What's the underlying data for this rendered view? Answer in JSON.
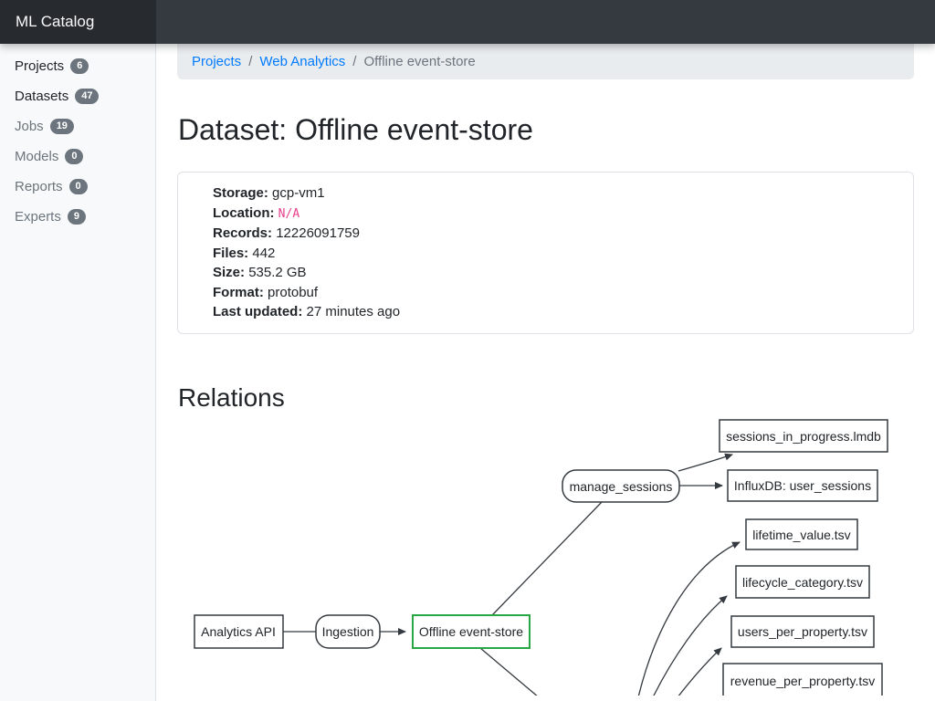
{
  "app": {
    "brand": "ML Catalog"
  },
  "colors": {
    "navbar_bg": "#343a40",
    "brand_bg": "#272b30",
    "sidebar_bg": "#f8f9fa",
    "link_blue": "#007bff",
    "badge_gray": "#6c757d",
    "code_pink": "#e83e8c",
    "node_border": "#343a40",
    "highlight_green": "#28a745"
  },
  "sidebar": {
    "items": [
      {
        "label": "Projects",
        "count": "6"
      },
      {
        "label": "Datasets",
        "count": "47"
      },
      {
        "label": "Jobs",
        "count": "19"
      },
      {
        "label": "Models",
        "count": "0"
      },
      {
        "label": "Reports",
        "count": "0"
      },
      {
        "label": "Experts",
        "count": "9"
      }
    ]
  },
  "breadcrumb": {
    "separator": "/",
    "links": [
      "Projects",
      "Web Analytics"
    ],
    "current": "Offline event-store"
  },
  "page": {
    "title": "Dataset: Offline event-store"
  },
  "metadata": {
    "rows": [
      {
        "label": "Storage:",
        "value": "gcp-vm1"
      },
      {
        "label": "Location:",
        "value": "N/A"
      },
      {
        "label": "Records:",
        "value": "12226091759"
      },
      {
        "label": "Files:",
        "value": "442"
      },
      {
        "label": "Size:",
        "value": "535.2 GB"
      },
      {
        "label": "Format:",
        "value": "protobuf"
      },
      {
        "label": "Last updated:",
        "value": "27 minutes ago"
      }
    ]
  },
  "relations": {
    "heading": "Relations",
    "nodes": [
      {
        "id": "analytics-api",
        "label": "Analytics API",
        "shape": "box"
      },
      {
        "id": "ingestion",
        "label": "Ingestion",
        "shape": "rounded"
      },
      {
        "id": "offline-event-store",
        "label": "Offline event-store",
        "shape": "box",
        "highlighted": true
      },
      {
        "id": "manage-sessions",
        "label": "manage_sessions",
        "shape": "rounded"
      },
      {
        "id": "sessions-in-progress-lmdb",
        "label": "sessions_in_progress.lmdb",
        "shape": "box"
      },
      {
        "id": "influxdb-user-sessions",
        "label": "InfluxDB: user_sessions",
        "shape": "box"
      },
      {
        "id": "lifetime-value-tsv",
        "label": "lifetime_value.tsv",
        "shape": "box"
      },
      {
        "id": "lifecycle-category-tsv",
        "label": "lifecycle_category.tsv",
        "shape": "box"
      },
      {
        "id": "users-per-property-tsv",
        "label": "users_per_property.tsv",
        "shape": "box"
      },
      {
        "id": "revenue-per-property-tsv",
        "label": "revenue_per_property.tsv",
        "shape": "box"
      }
    ],
    "edges": [
      {
        "from": "Analytics API",
        "to": "Ingestion",
        "arrow": false
      },
      {
        "from": "Ingestion",
        "to": "Offline event-store",
        "arrow": true
      },
      {
        "from": "Offline event-store",
        "to": "manage_sessions",
        "arrow": false
      },
      {
        "from": "manage_sessions",
        "to": "sessions_in_progress.lmdb",
        "arrow": true
      },
      {
        "from": "manage_sessions",
        "to": "InfluxDB: user_sessions",
        "arrow": true
      },
      {
        "from": "Offline event-store",
        "to": "offscreen-below",
        "arrow": false
      },
      {
        "from": "offscreen-below",
        "to": "lifetime_value.tsv",
        "arrow": true
      },
      {
        "from": "offscreen-below",
        "to": "lifecycle_category.tsv",
        "arrow": true
      },
      {
        "from": "offscreen-below",
        "to": "users_per_property.tsv",
        "arrow": true
      }
    ]
  }
}
